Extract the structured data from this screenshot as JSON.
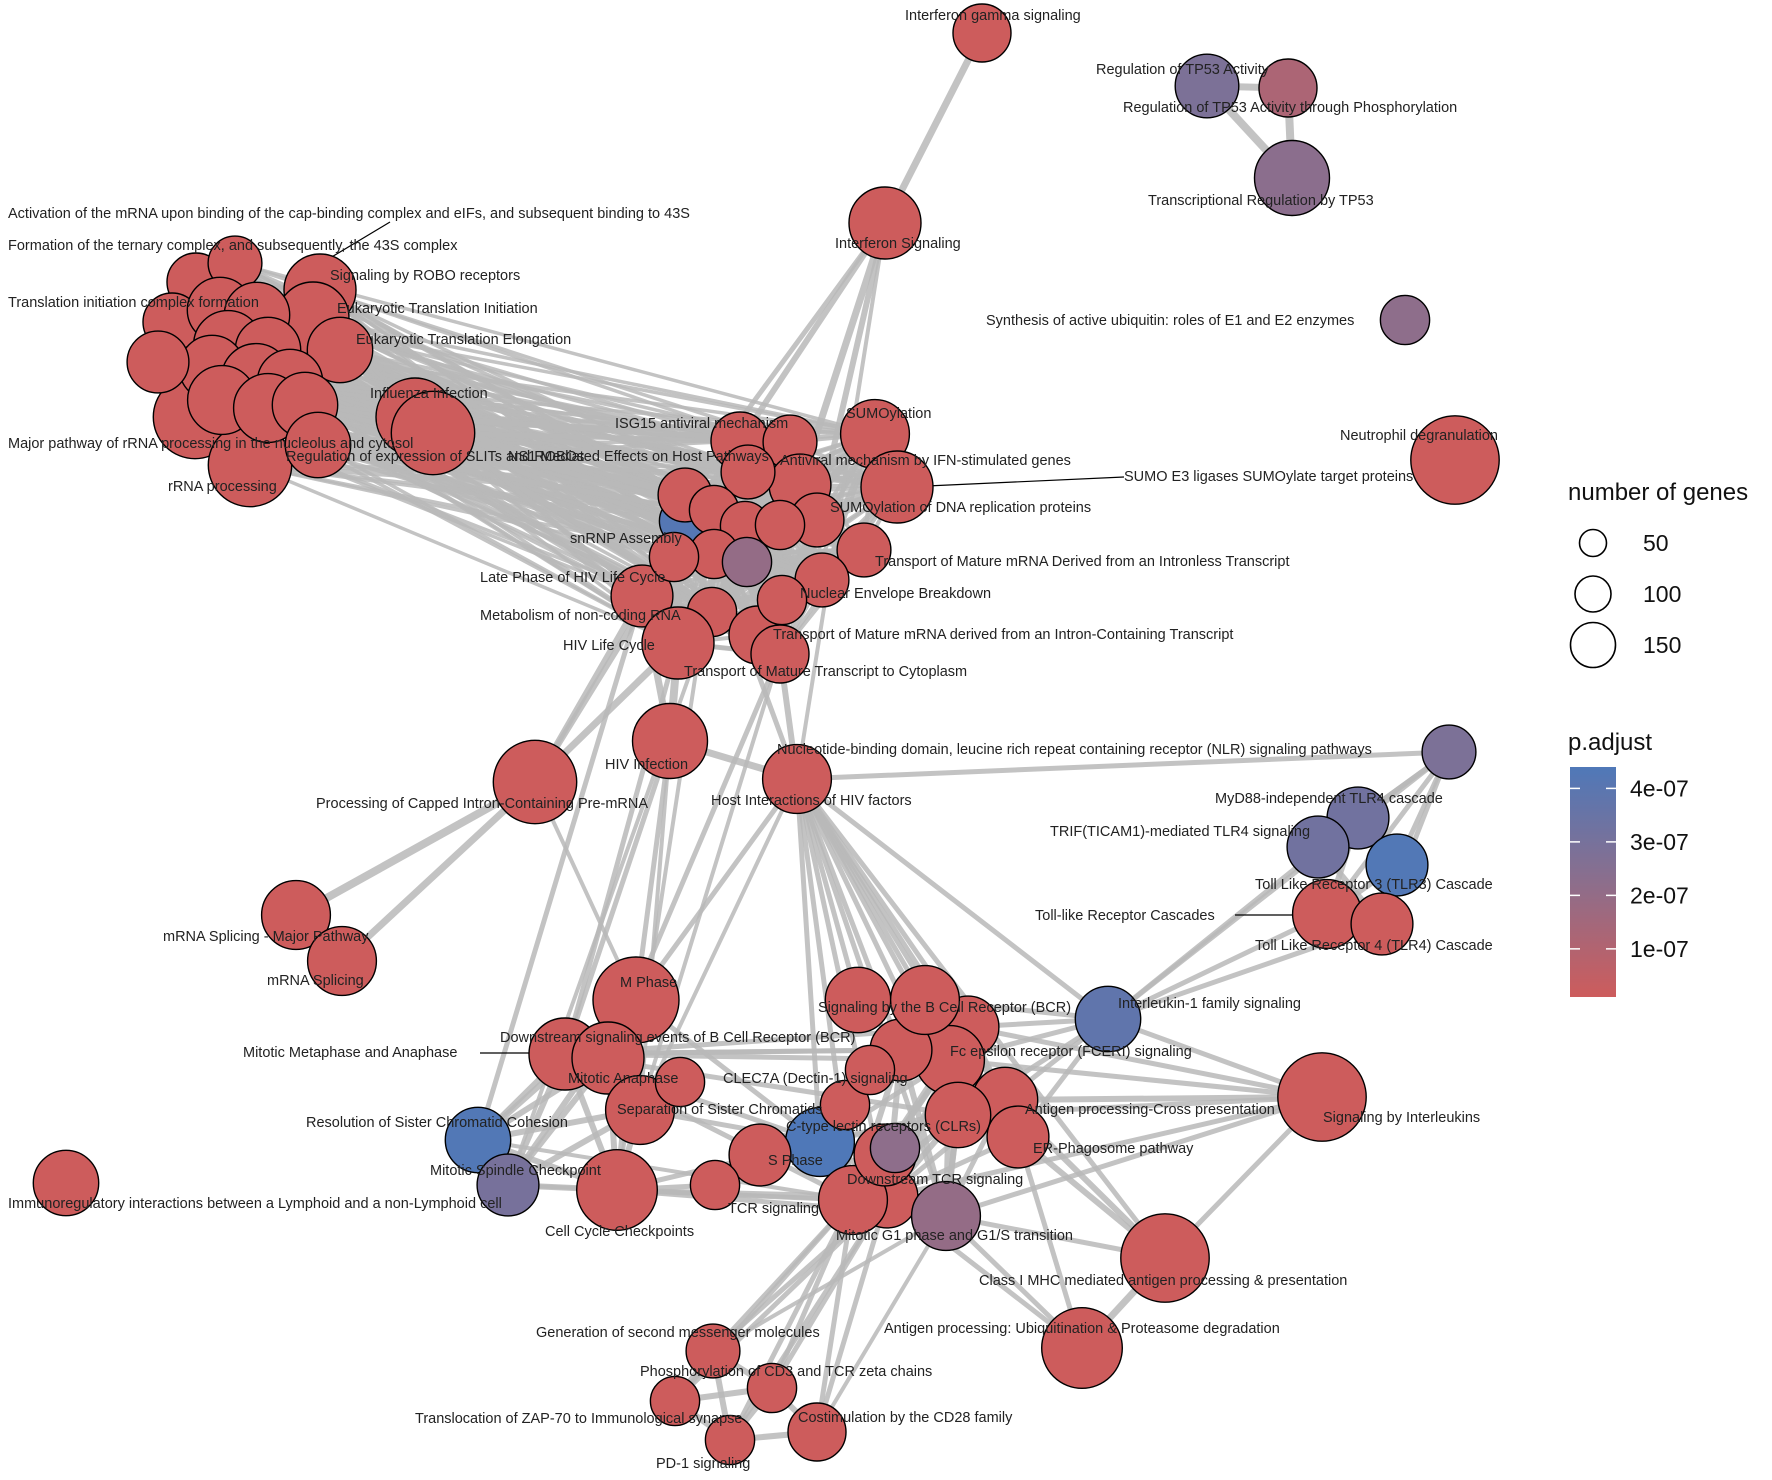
{
  "legend": {
    "size_title": "number of genes",
    "size_entries": [
      {
        "label": "50",
        "value": 50
      },
      {
        "label": "100",
        "value": 100
      },
      {
        "label": "150",
        "value": 150
      }
    ],
    "color_title": "p.adjust",
    "color_ticks": [
      {
        "label": "4e-07",
        "value": 4e-07
      },
      {
        "label": "3e-07",
        "value": 3e-07
      },
      {
        "label": "2e-07",
        "value": 2e-07
      },
      {
        "label": "1e-07",
        "value": 1e-07
      }
    ],
    "color_low": "#cd5c5c",
    "color_mid": "#8c6e8c",
    "color_high": "#4f78b8"
  },
  "nodes": [
    {
      "id": "ifng",
      "label": "Interferon gamma signaling",
      "genes": 60,
      "padj": 1e-08
    },
    {
      "id": "tp53act",
      "label": "Regulation of TP53 Activity",
      "genes": 75,
      "padj": 2.8e-07
    },
    {
      "id": "tp53phos",
      "label": "Regulation of TP53 Activity through Phosphorylation",
      "genes": 60,
      "padj": 1.2e-07
    },
    {
      "id": "tp53trans",
      "label": "Transcriptional Regulation by TP53",
      "genes": 110,
      "padj": 2.3e-07
    },
    {
      "id": "ifns",
      "label": "Interferon Signaling",
      "genes": 100,
      "padj": 1e-08
    },
    {
      "id": "ubiq",
      "label": "Synthesis of active ubiquitin: roles of E1 and E2 enzymes",
      "genes": 40,
      "padj": 2.2e-07
    },
    {
      "id": "neutro",
      "label": "Neutrophil degranulation",
      "genes": 160,
      "padj": 1e-08
    },
    {
      "id": "mrnacap",
      "label": "Activation of the mRNA upon binding of the cap-binding complex and eIFs, and subsequent binding to 43S",
      "genes": 60,
      "padj": 1e-08
    },
    {
      "id": "ternary",
      "label": "Formation of the ternary complex, and subsequently, the 43S complex",
      "genes": 50,
      "padj": 1e-08
    },
    {
      "id": "robo",
      "label": "Signaling by ROBO receptors",
      "genes": 100,
      "padj": 1e-08
    },
    {
      "id": "tlinit",
      "label": "Translation initiation complex formation",
      "genes": 60,
      "padj": 1e-08
    },
    {
      "id": "eti",
      "label": "Eukaryotic Translation Initiation",
      "genes": 100,
      "padj": 1e-08
    },
    {
      "id": "ete",
      "label": "Eukaryotic Translation Elongation",
      "genes": 80,
      "padj": 1e-08
    },
    {
      "id": "flu",
      "label": "Influenza Infection",
      "genes": 120,
      "padj": 1e-08
    },
    {
      "id": "rrnamaj",
      "label": "Major pathway of rRNA processing in the nucleolus and cytosol",
      "genes": 140,
      "padj": 1e-08
    },
    {
      "id": "ns1",
      "label": "Regulation of expression of SLITs and ROBOs",
      "genes": 140,
      "padj": 1e-08
    },
    {
      "id": "rrna",
      "label": "rRNA processing",
      "genes": 140,
      "padj": 1e-08
    },
    {
      "id": "isg15",
      "label": "ISG15 antiviral mechanism",
      "genes": 60,
      "padj": 1e-08
    },
    {
      "id": "ns1b",
      "label": "NS1 Mediated Effects on Host Pathways",
      "genes": 50,
      "padj": 1e-08
    },
    {
      "id": "sumo",
      "label": "SUMOylation",
      "genes": 90,
      "padj": 1e-08
    },
    {
      "id": "ifnstim",
      "label": "Antiviral mechanism by IFN-stimulated genes",
      "genes": 70,
      "padj": 1e-08
    },
    {
      "id": "sumoe3",
      "label": "SUMO E3 ligases SUMOylate target proteins",
      "genes": 100,
      "padj": 1e-08
    },
    {
      "id": "sumodna",
      "label": "SUMOylation of DNA replication proteins",
      "genes": 50,
      "padj": 1e-08
    },
    {
      "id": "snrnp",
      "label": "snRNP Assembly",
      "genes": 40,
      "padj": 4.2e-07
    },
    {
      "id": "trintronless",
      "label": "Transport of Mature mRNA Derived from an Intronless Transcript",
      "genes": 50,
      "padj": 1e-08
    },
    {
      "id": "latehiv",
      "label": "Late Phase of HIV Life Cycle",
      "genes": 70,
      "padj": 1e-08
    },
    {
      "id": "nebd",
      "label": "Nuclear Envelope Breakdown",
      "genes": 50,
      "padj": 1e-08
    },
    {
      "id": "noncoding",
      "label": "Metabolism of non-coding RNA",
      "genes": 40,
      "padj": 1e-08
    },
    {
      "id": "trintron",
      "label": "Transport of Mature mRNA derived from an Intron-Containing Transcript",
      "genes": 60,
      "padj": 1e-08
    },
    {
      "id": "hivlc",
      "label": "HIV Life Cycle",
      "genes": 100,
      "padj": 1e-08
    },
    {
      "id": "trcyto",
      "label": "Transport of Mature Transcript to Cytoplasm",
      "genes": 60,
      "padj": 1e-08
    },
    {
      "id": "nlr",
      "label": "Nucleotide-binding domain, leucine rich repeat containing receptor (NLR) signaling pathways",
      "genes": 50,
      "padj": 2.8e-07
    },
    {
      "id": "hivinf",
      "label": "HIV Infection",
      "genes": 110,
      "padj": 1e-08
    },
    {
      "id": "capped",
      "label": "Processing of Capped Intron-Containing Pre-mRNA",
      "genes": 140,
      "padj": 1e-08
    },
    {
      "id": "hosthiv",
      "label": "Host Interactions of HIV factors",
      "genes": 90,
      "padj": 1e-08
    },
    {
      "id": "myd88",
      "label": "MyD88-independent TLR4 cascade",
      "genes": 70,
      "padj": 3.2e-07
    },
    {
      "id": "trif",
      "label": "TRIF(TICAM1)-mediated TLR4 signaling",
      "genes": 70,
      "padj": 3.2e-07
    },
    {
      "id": "tlr3",
      "label": "Toll Like Receptor 3 (TLR3) Cascade",
      "genes": 70,
      "padj": 4.3e-07
    },
    {
      "id": "tlrc",
      "label": "Toll-like Receptor Cascades",
      "genes": 90,
      "padj": 1e-08
    },
    {
      "id": "tlr4",
      "label": "Toll Like Receptor 4 (TLR4) Cascade",
      "genes": 70,
      "padj": 1e-08
    },
    {
      "id": "splmaj",
      "label": "mRNA Splicing - Major Pathway",
      "genes": 90,
      "padj": 1e-08
    },
    {
      "id": "spl",
      "label": "mRNA Splicing",
      "genes": 90,
      "padj": 1e-08
    },
    {
      "id": "mphase",
      "label": "M Phase",
      "genes": 150,
      "padj": 1e-08
    },
    {
      "id": "bcr",
      "label": "Signaling by the B Cell Receptor (BCR)",
      "genes": 70,
      "padj": 1e-08
    },
    {
      "id": "il1",
      "label": "Interleukin-1 family signaling",
      "genes": 80,
      "padj": 3.8e-07
    },
    {
      "id": "dsbcr",
      "label": "Downstream signaling events of B Cell Receptor (BCR)",
      "genes": 70,
      "padj": 1e-08
    },
    {
      "id": "mma",
      "label": "Mitotic Metaphase and Anaphase",
      "genes": 100,
      "padj": 1e-08
    },
    {
      "id": "fceri",
      "label": "Fc epsilon receptor (FCERI) signaling",
      "genes": 90,
      "padj": 1e-08
    },
    {
      "id": "manaph",
      "label": "Mitotic Anaphase",
      "genes": 100,
      "padj": 1e-08
    },
    {
      "id": "clec7a",
      "label": "CLEC7A (Dectin-1) signaling",
      "genes": 70,
      "padj": 1e-08
    },
    {
      "id": "sepsis",
      "label": "Separation of Sister Chromatids",
      "genes": 90,
      "padj": 1e-08
    },
    {
      "id": "antcross",
      "label": "Antigen processing-Cross presentation",
      "genes": 80,
      "padj": 1e-08
    },
    {
      "id": "il",
      "label": "Signaling by Interleukins",
      "genes": 160,
      "padj": 1e-08
    },
    {
      "id": "ressis",
      "label": "Resolution of Sister Chromatid Cohesion",
      "genes": 80,
      "padj": 4.3e-07
    },
    {
      "id": "ctype",
      "label": "C-type lectin receptors (CLRs)",
      "genes": 80,
      "padj": 1e-08
    },
    {
      "id": "sphase",
      "label": "S Phase",
      "genes": 90,
      "padj": 4.4e-07
    },
    {
      "id": "erphago",
      "label": "ER-Phagosome pathway",
      "genes": 70,
      "padj": 1e-08
    },
    {
      "id": "msc",
      "label": "Mitotic Spindle Checkpoint",
      "genes": 70,
      "padj": 3e-07
    },
    {
      "id": "immreg",
      "label": "Immunoregulatory interactions between a Lymphoid and a non-Lymphoid cell",
      "genes": 80,
      "padj": 1e-08
    },
    {
      "id": "dstcr",
      "label": "Downstream TCR signaling",
      "genes": 70,
      "padj": 1e-08
    },
    {
      "id": "tcr",
      "label": "TCR signaling",
      "genes": 90,
      "padj": 1e-08
    },
    {
      "id": "ccc",
      "label": "Cell Cycle Checkpoints",
      "genes": 130,
      "padj": 1e-08
    },
    {
      "id": "g1s",
      "label": "Mitotic G1 phase and G1/S transition",
      "genes": 90,
      "padj": 2e-07
    },
    {
      "id": "mhc1",
      "label": "Class I MHC mediated antigen processing & presentation",
      "genes": 160,
      "padj": 1e-08
    },
    {
      "id": "antubiq",
      "label": "Antigen processing: Ubiquitination & Proteasome degradation",
      "genes": 130,
      "padj": 1e-08
    },
    {
      "id": "secmsg",
      "label": "Generation of second messenger molecules",
      "genes": 50,
      "padj": 1e-08
    },
    {
      "id": "cd3",
      "label": "Phosphorylation of CD3 and TCR zeta chains",
      "genes": 40,
      "padj": 1e-08
    },
    {
      "id": "zap70",
      "label": "Translocation of ZAP-70 to Immunological synapse",
      "genes": 40,
      "padj": 1e-08
    },
    {
      "id": "cd28",
      "label": "Costimulation by the CD28 family",
      "genes": 60,
      "padj": 1e-08
    },
    {
      "id": "pd1",
      "label": "PD-1 signaling",
      "genes": 40,
      "padj": 1e-08
    },
    {
      "id": "u1",
      "label": "",
      "genes": 70,
      "padj": 1e-08
    },
    {
      "id": "u2",
      "label": "",
      "genes": 70,
      "padj": 1e-08
    },
    {
      "id": "u3",
      "label": "",
      "genes": 80,
      "padj": 1e-08
    },
    {
      "id": "u4",
      "label": "",
      "genes": 90,
      "padj": 1e-08
    },
    {
      "id": "u5",
      "label": "",
      "genes": 80,
      "padj": 1e-08
    },
    {
      "id": "u6",
      "label": "",
      "genes": 80,
      "padj": 1e-08
    },
    {
      "id": "u7",
      "label": "",
      "genes": 90,
      "padj": 1e-08
    },
    {
      "id": "u8",
      "label": "",
      "genes": 80,
      "padj": 1e-08
    },
    {
      "id": "u9",
      "label": "",
      "genes": 80,
      "padj": 1e-08
    },
    {
      "id": "u10",
      "label": "",
      "genes": 90,
      "padj": 1e-08
    },
    {
      "id": "u11",
      "label": "",
      "genes": 80,
      "padj": 1e-08
    },
    {
      "id": "u12",
      "label": "",
      "genes": 70,
      "padj": 1e-08
    },
    {
      "id": "u13",
      "label": "",
      "genes": 90,
      "padj": 1e-08
    },
    {
      "id": "u14",
      "label": "",
      "genes": 90,
      "padj": 1e-08
    },
    {
      "id": "u15",
      "label": "",
      "genes": 80,
      "padj": 1e-08
    },
    {
      "id": "u16",
      "label": "",
      "genes": 80,
      "padj": 1e-08
    },
    {
      "id": "u17",
      "label": "",
      "genes": 50,
      "padj": 1e-08
    },
    {
      "id": "u18",
      "label": "",
      "genes": 50,
      "padj": 1e-08
    },
    {
      "id": "u19",
      "label": "",
      "genes": 40,
      "padj": 1e-08
    },
    {
      "id": "u20",
      "label": "",
      "genes": 40,
      "padj": 1e-08
    },
    {
      "id": "u21",
      "label": "",
      "genes": 40,
      "padj": 1e-08
    },
    {
      "id": "u22",
      "label": "",
      "genes": 40,
      "padj": 1e-08
    },
    {
      "id": "u23",
      "label": "",
      "genes": 40,
      "padj": 2e-07
    },
    {
      "id": "u24",
      "label": "",
      "genes": 40,
      "padj": 1e-08
    },
    {
      "id": "u25",
      "label": "",
      "genes": 40,
      "padj": 1e-08
    },
    {
      "id": "u26",
      "label": "",
      "genes": 40,
      "padj": 1e-08
    },
    {
      "id": "u27",
      "label": "",
      "genes": 40,
      "padj": 2.2e-07
    },
    {
      "id": "u28",
      "label": "",
      "genes": 40,
      "padj": 1e-08
    },
    {
      "id": "u29",
      "label": "",
      "genes": 40,
      "padj": 1e-08
    },
    {
      "id": "u30",
      "label": "",
      "genes": 40,
      "padj": 1e-08
    }
  ]
}
